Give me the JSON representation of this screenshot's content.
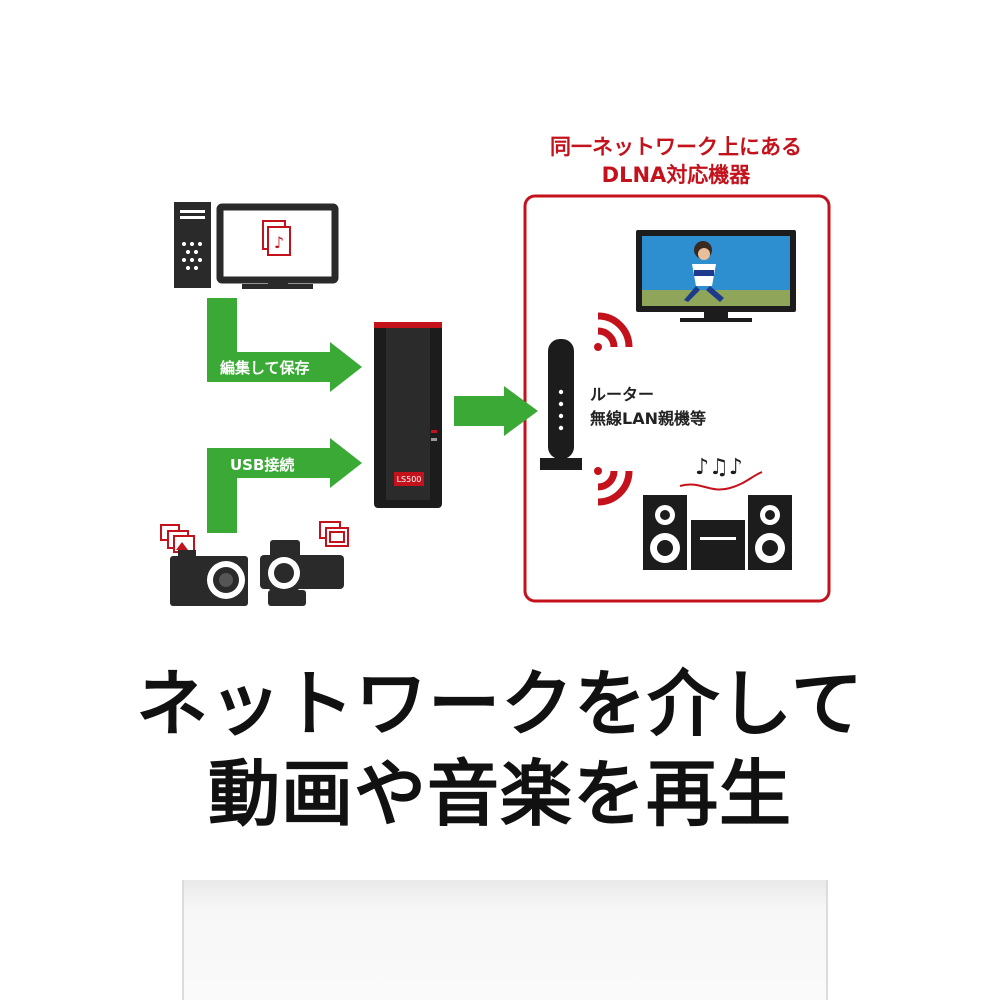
{
  "dlna_caption": {
    "line1": "同一ネットワーク上にある",
    "line2": "DLNA対応機器"
  },
  "arrow_save_label": "編集して保存",
  "arrow_usb_label": "USB接続",
  "router_label": {
    "line1": "ルーター",
    "line2": "無線LAN親機等"
  },
  "nas_model_label": "LS500",
  "heading": {
    "line1": "ネットワークを介して",
    "line2": "動画や音楽を再生"
  },
  "colors": {
    "accent_red": "#c4121c",
    "arrow_green": "#3aa935",
    "device_dark": "#222222",
    "tv_sky": "#2d8fd0"
  },
  "icons": [
    "desktop-pc-icon",
    "music-file-icon",
    "camera-icon",
    "video-camera-icon",
    "photo-file-icon",
    "film-file-icon",
    "nas-drive-icon",
    "router-icon",
    "wifi-signal-icon",
    "tv-icon",
    "stereo-icon",
    "music-notes-icon"
  ]
}
